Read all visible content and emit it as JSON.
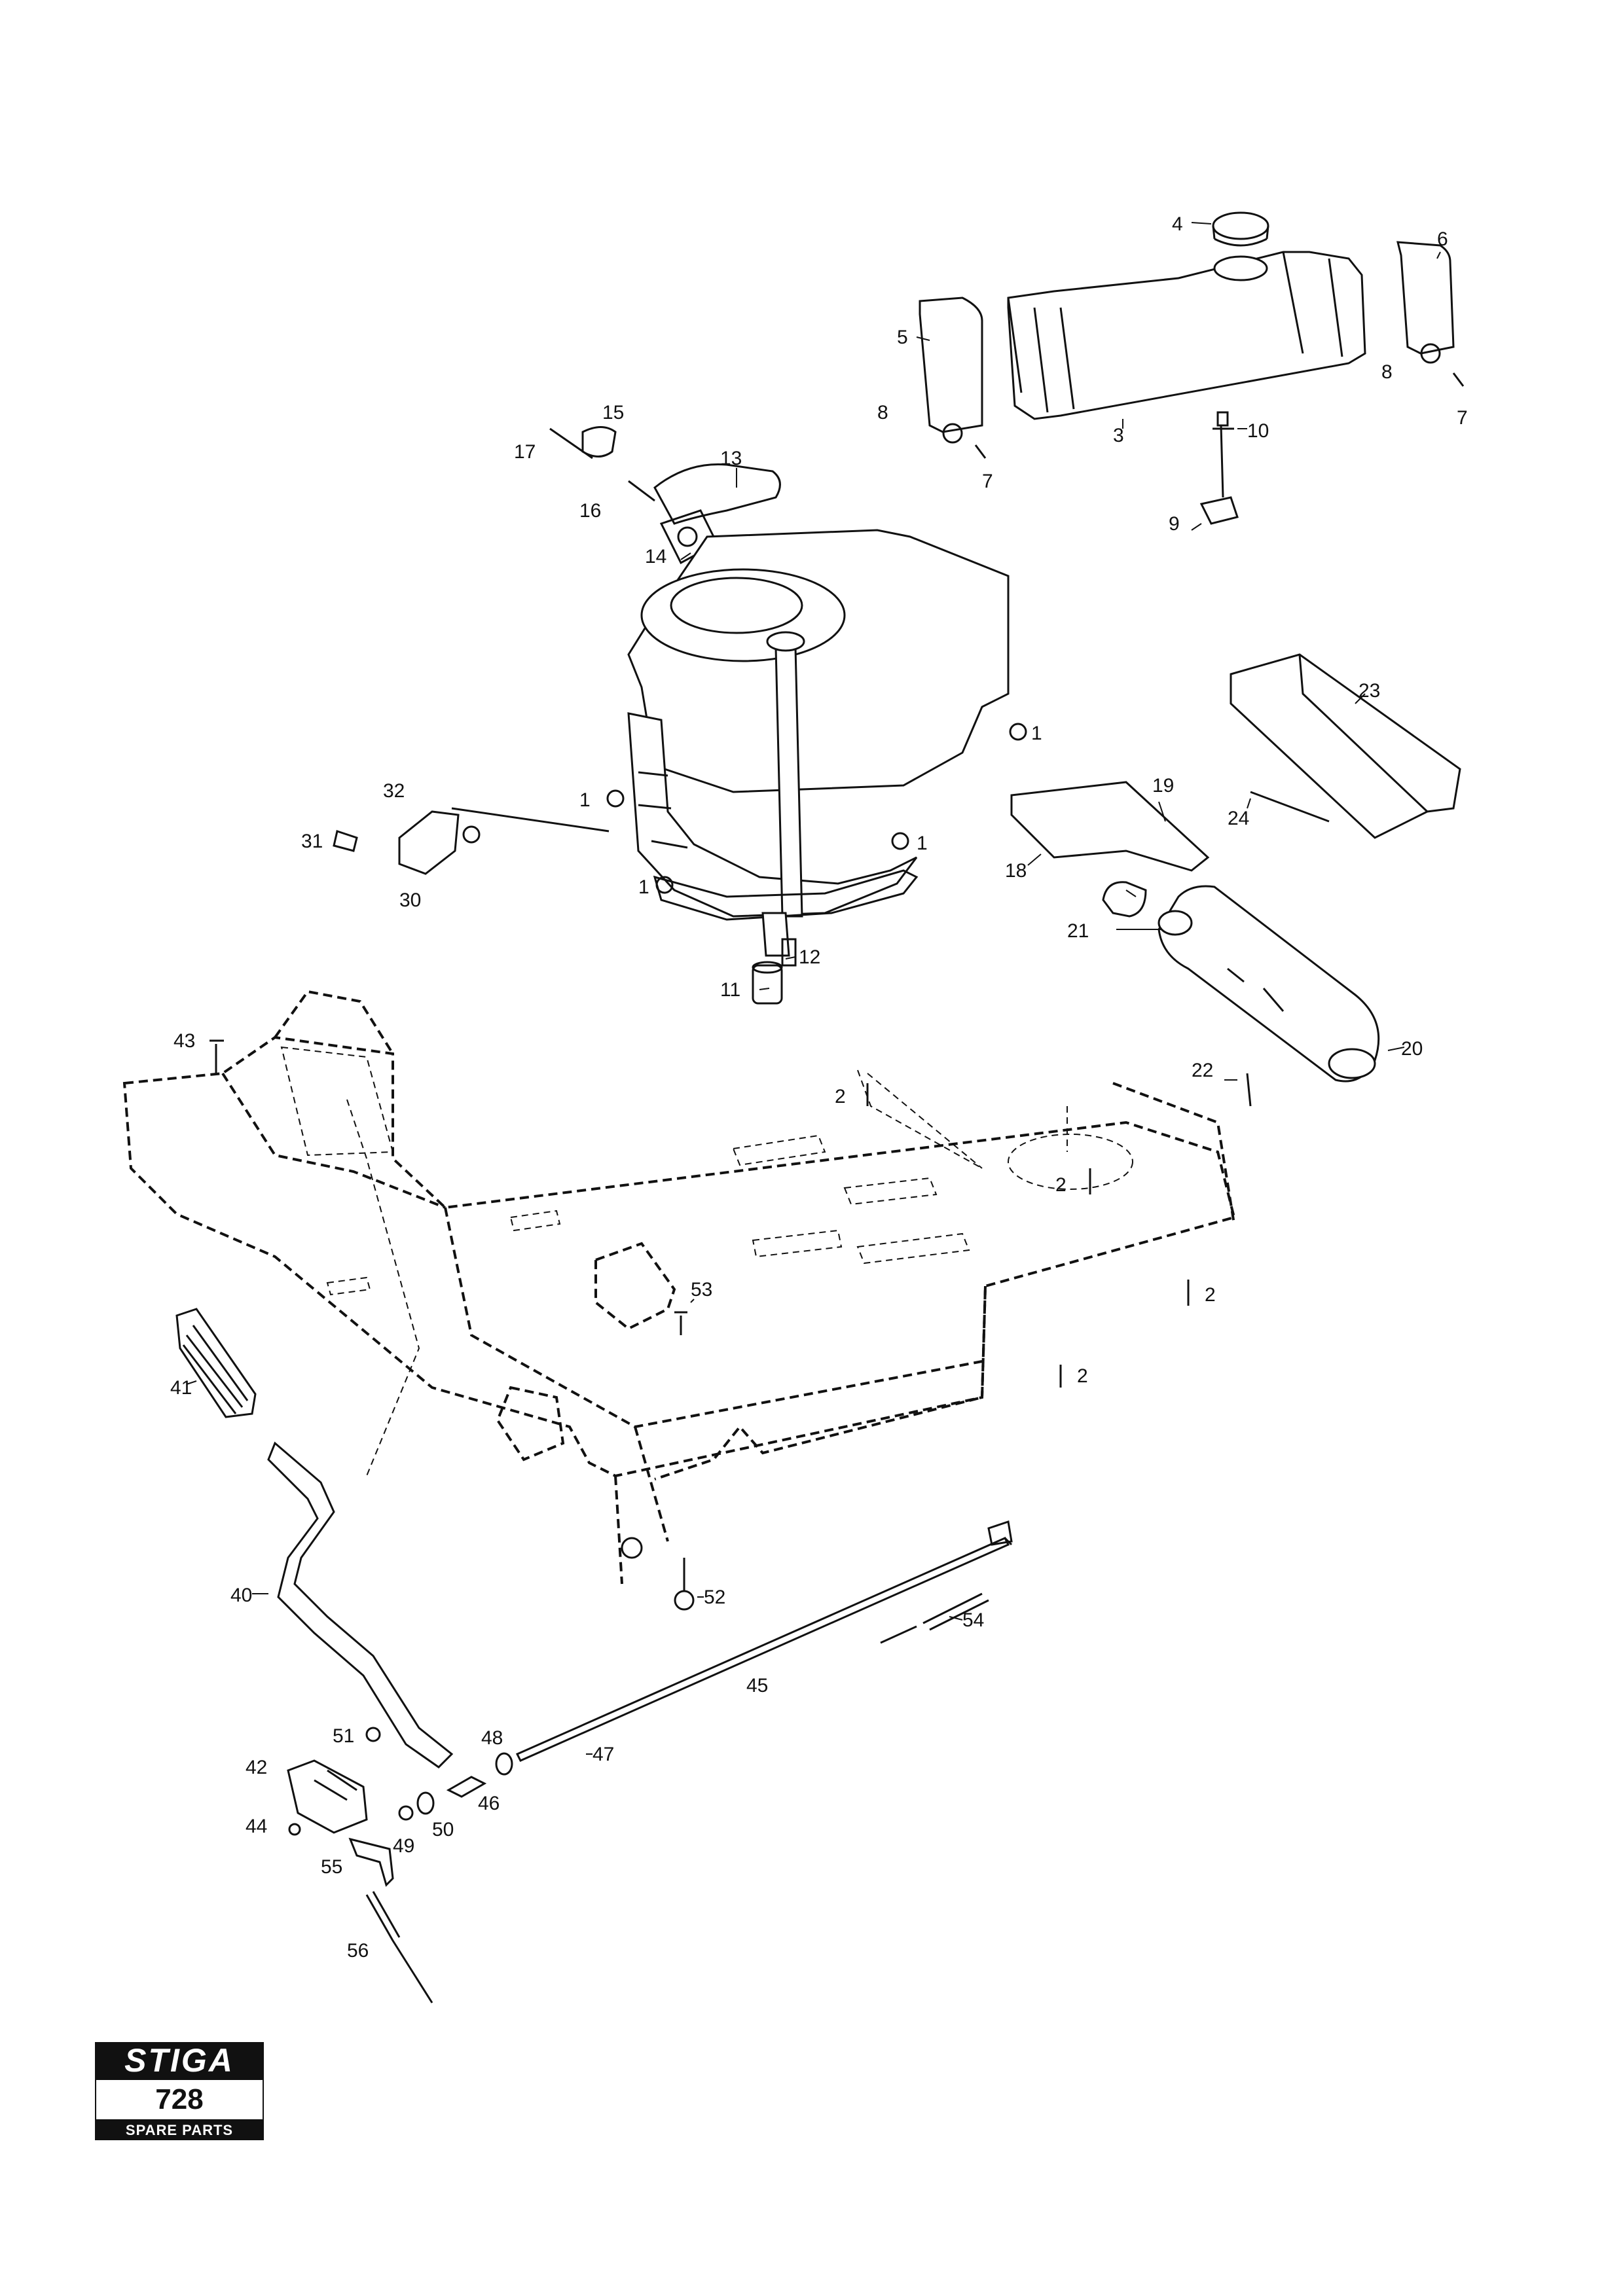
{
  "diagram": {
    "labels": {
      "p1a": "1",
      "p1b": "1",
      "p1c": "1",
      "p1d": "1",
      "p2a": "2",
      "p2b": "2",
      "p2c": "2",
      "p2d": "2",
      "p3": "3",
      "p4": "4",
      "p5": "5",
      "p6": "6",
      "p7a": "7",
      "p7b": "7",
      "p8a": "8",
      "p8b": "8",
      "p9": "9",
      "p10": "10",
      "p11": "11",
      "p12": "12",
      "p13": "13",
      "p14": "14",
      "p15": "15",
      "p16": "16",
      "p17": "17",
      "p18": "18",
      "p19": "19",
      "p20": "20",
      "p21": "21",
      "p22": "22",
      "p23": "23",
      "p24": "24",
      "p30": "30",
      "p31": "31",
      "p32": "32",
      "p40": "40",
      "p41": "41",
      "p42": "42",
      "p43": "43",
      "p44": "44",
      "p45": "45",
      "p46": "46",
      "p47": "47",
      "p48": "48",
      "p49": "49",
      "p50": "50",
      "p51": "51",
      "p52": "52",
      "p53": "53",
      "p54": "54",
      "p55": "55",
      "p56": "56"
    }
  },
  "logo": {
    "brand": "STIGA",
    "model": "728",
    "caption": "SPARE PARTS"
  }
}
